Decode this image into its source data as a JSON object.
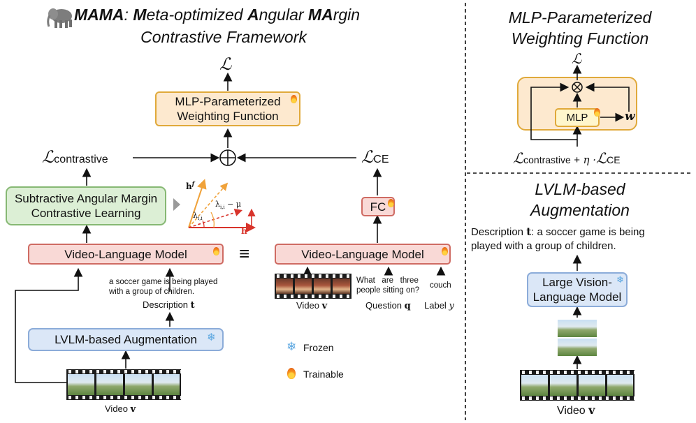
{
  "main_title": {
    "bold1": "MAMA",
    "rest1": ": ",
    "m": "M",
    "eta": "eta-optimized ",
    "a": "A",
    "ngular": "ngular ",
    "ma": "MA",
    "rgin": "rgin",
    "line2": "Contrastive Framework"
  },
  "right_title_1": [
    "MLP-Parameterized",
    "Weighting Function"
  ],
  "right_title_2": [
    "LVLM-based",
    "Augmentation"
  ],
  "loss_symbol": "ℒ",
  "boxes": {
    "mlp_weighting": [
      "MLP-Parameterized",
      "Weighting Function"
    ],
    "sam_contrastive": [
      "Subtractive Angular Margin",
      "Contrastive Learning"
    ],
    "vlm_left": "Video-Language Model",
    "vlm_right": "Video-Language Model",
    "fc": "FC",
    "lvlm_aug": "LVLM-based Augmentation",
    "mlp_small": "MLP",
    "large_vlm": [
      "Large Vision-",
      "Language Model"
    ]
  },
  "labels": {
    "l_contrastive_sub": "contrastive",
    "l_ce_sub": "CE",
    "caption_left": [
      "a soccer game is being played",
      "with a group of children."
    ],
    "description_t": "Description",
    "bold_t": "t",
    "video_v": "Video",
    "bold_v": "v",
    "question_text": [
      "What   are   three",
      "people sitting on?"
    ],
    "couch": "couch",
    "question_q": "Question",
    "bold_q": "q",
    "label_y": "Label",
    "italic_y": "y",
    "frozen": "Frozen",
    "trainable": "Trainable",
    "w": "w",
    "formula_plus": "+",
    "eta_dot": "η ·",
    "description_right_1": "Description ",
    "description_right_rest": ": a soccer game is being",
    "description_right_2": "played with a group of children.",
    "angle_h_f": "h",
    "angle_h_w": "h",
    "lambda_mu": "λ",
    "lambda_sub": "i,i",
    "minus_mu": " − μ",
    "equiv": "≡"
  },
  "colors": {
    "orange_fill": "#fde9cf",
    "red_fill": "#f9d9d6",
    "green_fill": "#dcefd5",
    "blue_fill": "#dbe7f7",
    "angle_orange": "#f0a23a",
    "angle_red": "#d8342b"
  }
}
